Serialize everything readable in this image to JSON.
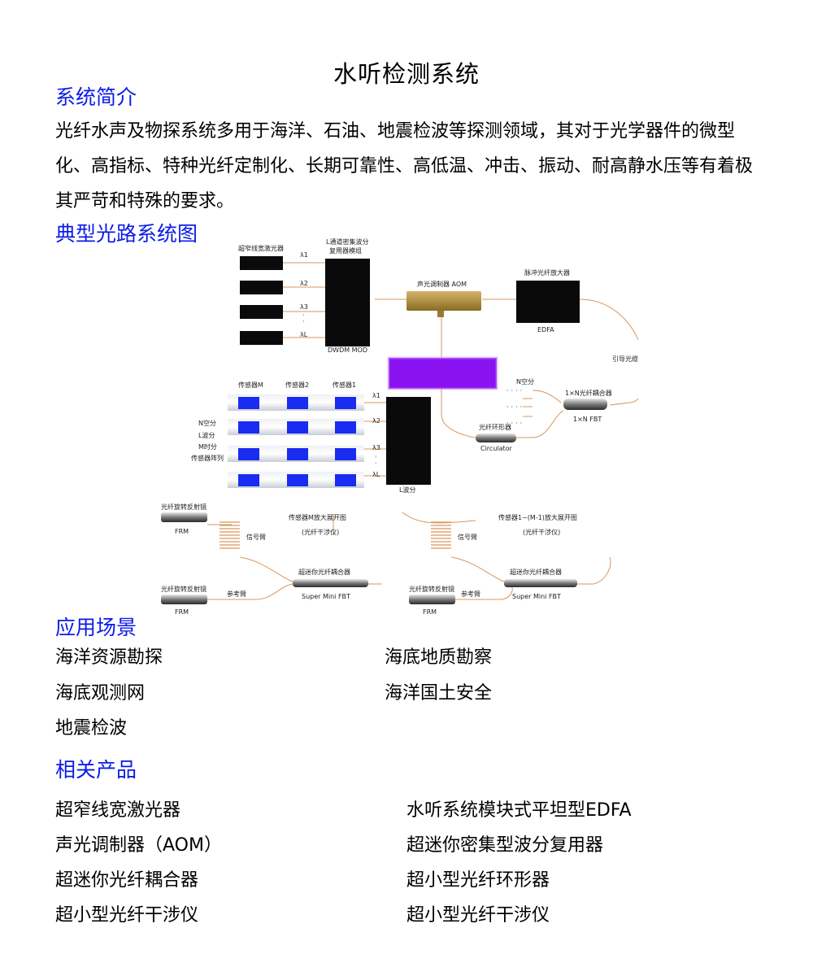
{
  "page_title": "水听检测系统",
  "sections": {
    "intro_heading": "系统简介",
    "intro_text": "光纤水声及物探系统多用于海洋、石油、地震检波等探测领域，其对于光学器件的微型化、高指标、特种光纤定制化、长期可靠性、高低温、冲击、振动、耐高静水压等有着极其严苛和特殊的要求。",
    "diagram_heading": "典型光路系统图",
    "applications_heading": "应用场景",
    "products_heading": "相关产品"
  },
  "diagram": {
    "laser_label": "超窄线宽激光器",
    "mux_label_1": "L通道密集波分",
    "mux_label_2": "复用器模组",
    "mux_caption": "DWDM MOD",
    "wavelengths": [
      "λ1",
      "λ2",
      "λ3",
      "·",
      "·",
      "λL"
    ],
    "aom_label": "声光调制器 AOM",
    "edfa_label": "脉冲光纤放大器",
    "edfa_caption": "EDFA",
    "guide_cable": "引导光缆",
    "sensor_labels": [
      "传感器M",
      "传感器2",
      "传感器1"
    ],
    "array_labels": [
      "N空分",
      "L波分",
      "M时分",
      "传感器阵列"
    ],
    "demux_caption": "L波分",
    "n_space": "N空分",
    "coupler_label": "1×N光纤耦合器",
    "coupler_caption": "1×N FBT",
    "circulator_label": "光纤环形器",
    "circulator_caption": "Circulator",
    "zoom_left_1": "传感器M放大展开图",
    "zoom_left_2": "(光纤干涉仪)",
    "zoom_right_1": "传感器1~(M-1)放大展开图",
    "zoom_right_2": "(光纤干涉仪)",
    "frm_label": "光纤旋转反射镜",
    "frm_caption": "FRM",
    "signal_arm": "信号臂",
    "reference_arm": "参考臂",
    "mini_coupler_label": "超迷你光纤耦合器",
    "mini_coupler_caption": "Super Mini FBT"
  },
  "applications": [
    "海洋资源勘探",
    "海底地质勘察",
    "海底观测网",
    "海洋国土安全",
    "地震检波"
  ],
  "products": [
    "超窄线宽激光器",
    "水听系统模块式平坦型EDFA",
    "声光调制器（AOM）",
    "超迷你密集型波分复用器",
    "超迷你光纤耦合器",
    "超小型光纤环形器",
    "超小型光纤干涉仪",
    "超小型光纤干涉仪"
  ],
  "colors": {
    "heading": "#0b1be8",
    "sensor": "#1a2cf0",
    "receiver": "#8a12f0",
    "fiber": "#d9975a"
  }
}
